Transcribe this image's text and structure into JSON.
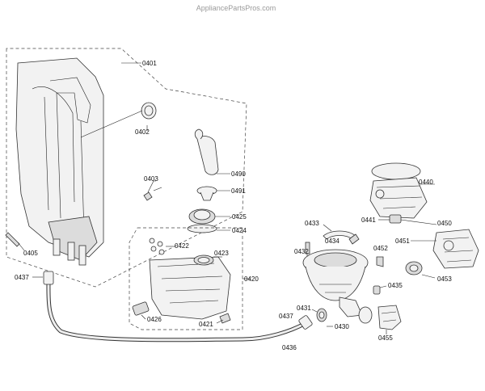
{
  "watermark": "AppliancePartsPros.com",
  "parts": {
    "p0401": "0401",
    "p0402": "0402",
    "p0403": "0403",
    "p0405": "0405",
    "p0437a": "0437",
    "p0490": "0490",
    "p0491": "0491",
    "p0425": "0425",
    "p0424": "0424",
    "p0422": "0422",
    "p0423": "0423",
    "p0420": "0420",
    "p0426": "0426",
    "p0421": "0421",
    "p0440": "0440",
    "p0441": "0441",
    "p0450": "0450",
    "p0433": "0433",
    "p0434": "0434",
    "p0432": "0432",
    "p0452": "0452",
    "p0451": "0451",
    "p0453": "0453",
    "p0435": "0435",
    "p0431": "0431",
    "p0437b": "0437",
    "p0430": "0430",
    "p0436": "0436",
    "p0455": "0455"
  }
}
